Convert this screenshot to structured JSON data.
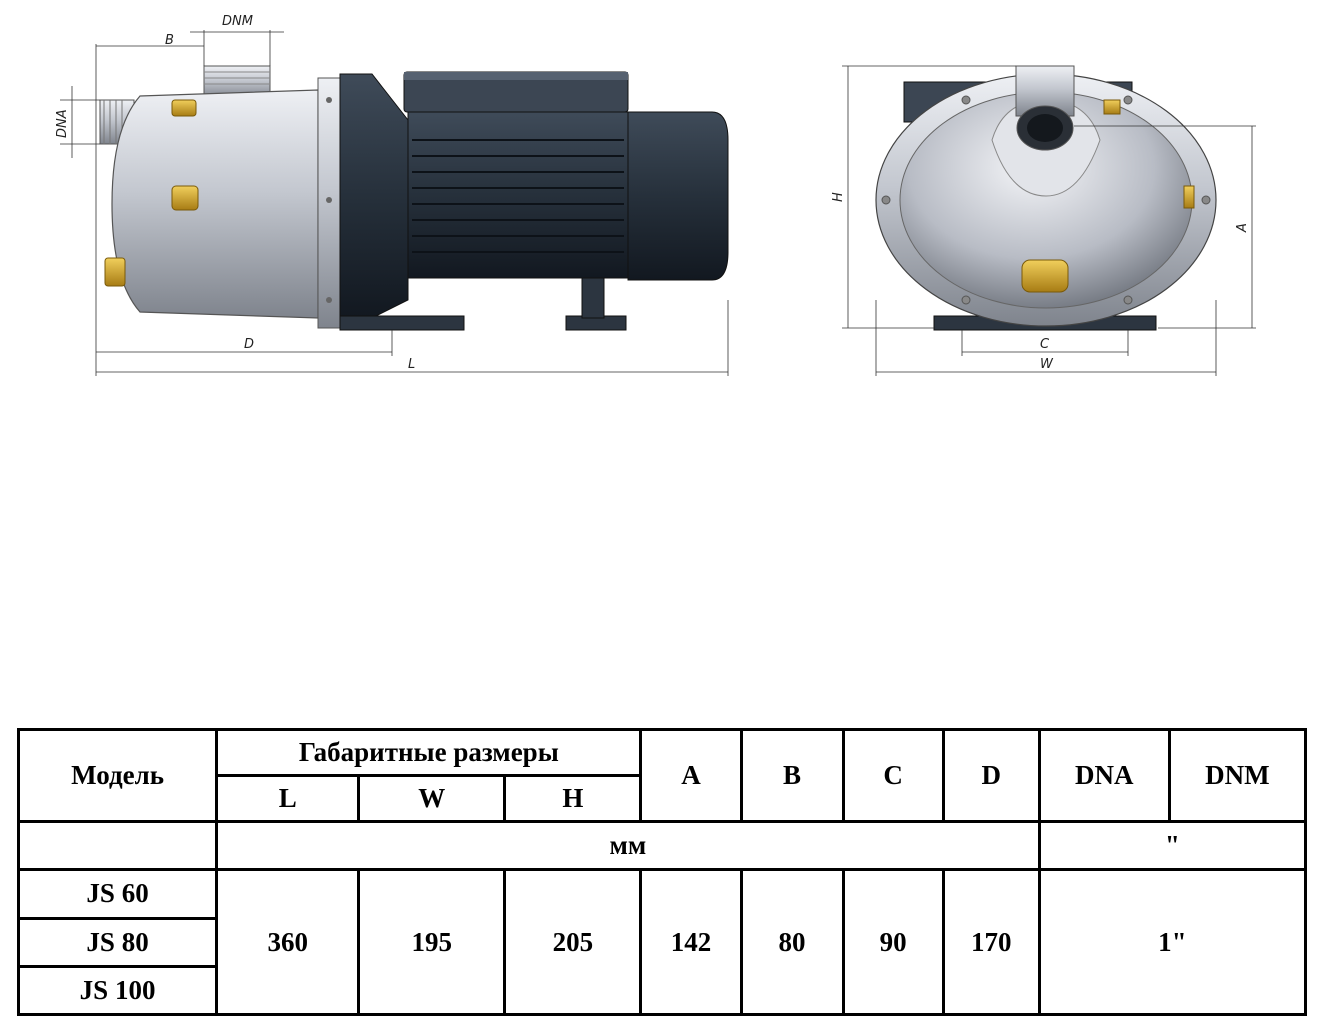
{
  "drawing": {
    "dimensions": {
      "B": "B",
      "DNM": "DNM",
      "DNA": "DNA",
      "D": "D",
      "L": "L",
      "H": "H",
      "A": "A",
      "C": "C",
      "W": "W"
    },
    "colors": {
      "body": "#c9ccd3",
      "motor": "#2b3440",
      "brass": "#d4a52b",
      "line": "#333333"
    }
  },
  "table": {
    "model_header": "Модель",
    "dimensions_header": "Габаритные размеры",
    "col_L": "L",
    "col_W": "W",
    "col_H": "H",
    "col_A": "A",
    "col_B": "B",
    "col_C": "C",
    "col_D": "D",
    "col_DNA": "DNA",
    "col_DNM": "DNM",
    "unit_mm": "мм",
    "unit_inch": "\"",
    "models": [
      "JS 60",
      "JS 80",
      "JS 100"
    ],
    "values": {
      "L": "360",
      "W": "195",
      "H": "205",
      "A": "142",
      "B": "80",
      "C": "90",
      "D": "170",
      "thread": "1\""
    }
  }
}
